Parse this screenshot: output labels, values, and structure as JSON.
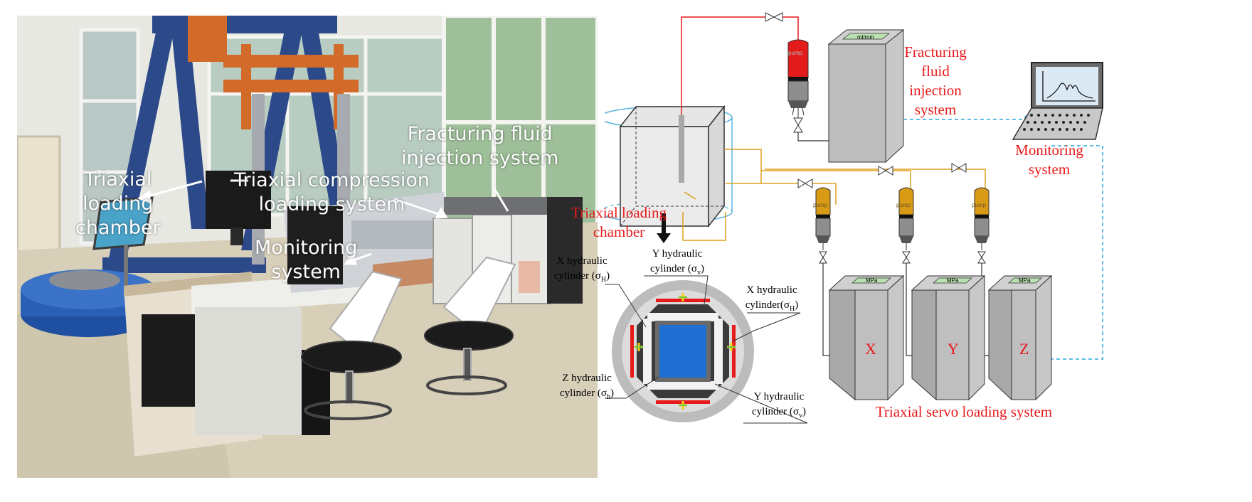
{
  "photo": {
    "labels": {
      "triaxial_loading_chamber": "Triaxial\nloading\nchamber",
      "triaxial_compression_loading_system": "Triaxial compression\nloading system",
      "fracturing_fluid_injection_system": "Fracturing fluid\ninjection system",
      "monitoring_system": "Monitoring\nsystem"
    }
  },
  "schematic": {
    "fracturing_fluid_injection_system": "Fracturing\nfluid\ninjection\nsystem",
    "monitoring_system": "Monitoring\nsystem",
    "triaxial_loading_chamber": "Triaxial loading\nchamber",
    "triaxial_servo_loading_system": "Triaxial servo loading system",
    "pump_label": "pump",
    "injection_display": "ml/min",
    "servo_display": "MPa",
    "cylinders": {
      "x_top": {
        "line1": "X hydraulic",
        "line2": "cylinder (σ",
        "sub": "H",
        "end": ")"
      },
      "y_top": {
        "line1": "Y hydraulic",
        "line2": "cylinder (σ",
        "sub": "v",
        "end": ")"
      },
      "x_right": {
        "line1": "X hydraulic",
        "line2": "cylinder(σ",
        "sub": "H",
        "end": ")"
      },
      "z_left": {
        "line1": "Z hydraulic",
        "line2": "cylinder (σ",
        "sub": "h",
        "end": ")"
      },
      "y_bottom": {
        "line1": "Y hydraulic",
        "line2": "cylinder (σ",
        "sub": "v",
        "end": ")"
      }
    },
    "servo_units": [
      "X",
      "Y",
      "Z"
    ]
  }
}
